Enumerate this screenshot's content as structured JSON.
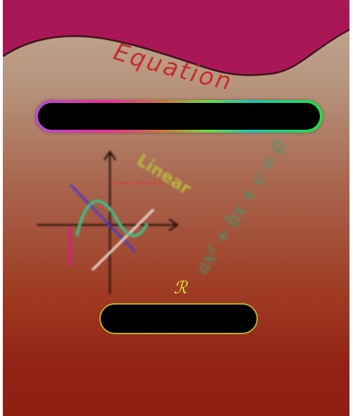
{
  "header": {
    "title": "Equation",
    "wave_color": "#a91757"
  },
  "equation_input": {
    "value": "",
    "placeholder": ""
  },
  "illustration": {
    "linear_label": "Linear",
    "quadratic_label": "ax² + bx + c = 0"
  },
  "result": {
    "symbol": "ℛ",
    "value": ""
  },
  "colors": {
    "background_top": "#c2ab92",
    "background_bottom": "#8f1f12",
    "title": "#c82c2c",
    "result_border": "#b9b12a",
    "symbol": "#e5e03a"
  }
}
